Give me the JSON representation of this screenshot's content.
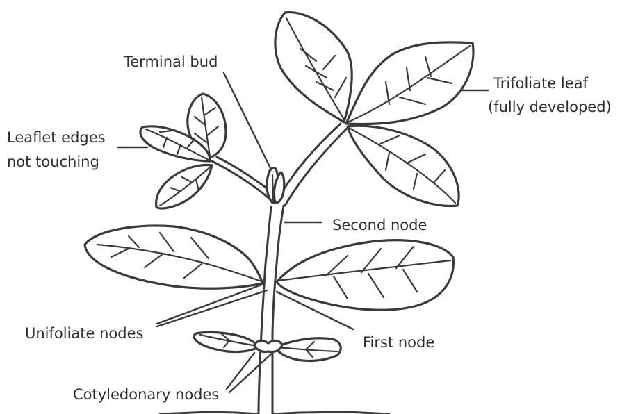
{
  "labels": {
    "terminal_bud": "Terminal bud",
    "trifoliate_line1": "Trifoliate leaf",
    "trifoliate_line2": "(fully developed)",
    "leaflet_line1": "Leaflet edges",
    "leaflet_line2": "not touching",
    "second_node": "Second node",
    "unifoliate_nodes": "Unifoliate nodes",
    "first_node": "First node",
    "cotyledonary_nodes": "Cotyledonary nodes"
  },
  "colors": {
    "ink": "#3a3a3a",
    "text": "#2f2f2f",
    "background": "#ffffff"
  }
}
